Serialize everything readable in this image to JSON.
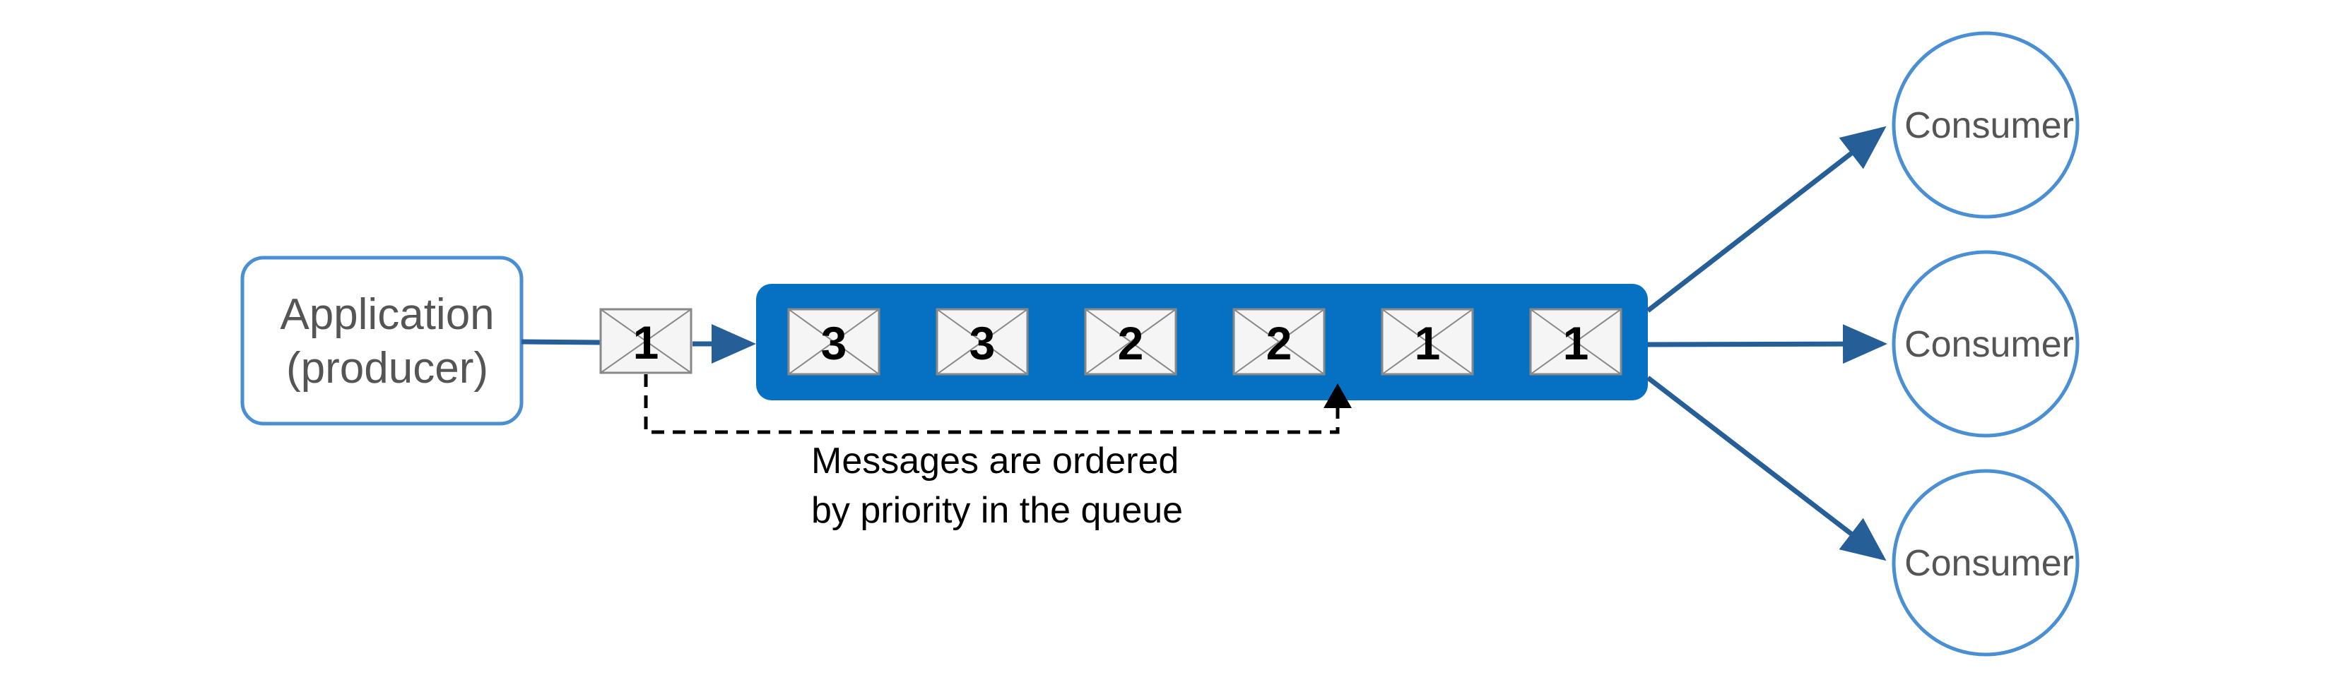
{
  "producer": {
    "line1": "Application",
    "line2": "(producer)"
  },
  "incoming_message": {
    "label": "1"
  },
  "queue": {
    "messages": [
      "3",
      "3",
      "2",
      "2",
      "1",
      "1"
    ]
  },
  "consumers": [
    {
      "label": "Consumer"
    },
    {
      "label": "Consumer"
    },
    {
      "label": "Consumer"
    }
  ],
  "annotation": {
    "line1": "Messages are ordered",
    "line2": "by priority in the queue"
  },
  "colors": {
    "queue_fill": "#0670C2",
    "outline_blue": "#4A8FD3",
    "arrow": "#265F97",
    "envelope_fill": "#F5F5F5",
    "envelope_stroke": "#888888",
    "text_gray": "#555555",
    "dashed_line": "#000000"
  }
}
